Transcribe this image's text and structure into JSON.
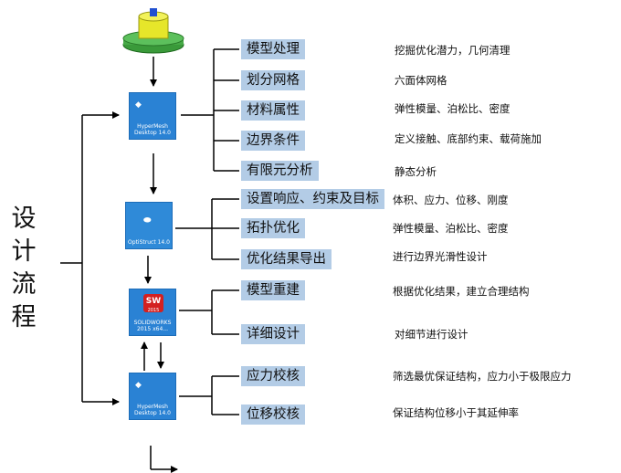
{
  "flow_label": [
    "设",
    "计",
    "流",
    "程"
  ],
  "apps": [
    {
      "name": "HyperMesh Desktop 14.0"
    },
    {
      "name": "OptiStruct 14.0"
    },
    {
      "name": "SOLIDWORKS 2015 x64...",
      "badge": "2015"
    },
    {
      "name": "HyperMesh Desktop 14.0"
    }
  ],
  "steps": [
    {
      "label": "模型处理",
      "desc": "挖掘优化潜力，几何清理"
    },
    {
      "label": "划分网格",
      "desc": "六面体网格"
    },
    {
      "label": "材料属性",
      "desc": "弹性模量、泊松比、密度"
    },
    {
      "label": "边界条件",
      "desc": "定义接触、底部约束、载荷施加"
    },
    {
      "label": "有限元分析",
      "desc": "静态分析"
    },
    {
      "label": "设置响应、约束及目标",
      "desc": "体积、应力、位移、刚度"
    },
    {
      "label": "拓扑优化",
      "desc": "弹性模量、泊松比、密度"
    },
    {
      "label": "优化结果导出",
      "desc": "进行边界光滑性设计"
    },
    {
      "label": "模型重建",
      "desc": "根据优化结果，建立合理结构"
    },
    {
      "label": "详细设计",
      "desc": "对细节进行设计"
    },
    {
      "label": "应力校核",
      "desc": "筛选最优保证结构，应力小于极限应力"
    },
    {
      "label": "位移校核",
      "desc": "保证结构位移小于其延伸率"
    }
  ],
  "colors": {
    "step_fill": "#b3cce6",
    "app_tile": "#2a82d4",
    "part_body": "#e6e62a",
    "part_base": "#3a9a3a"
  }
}
